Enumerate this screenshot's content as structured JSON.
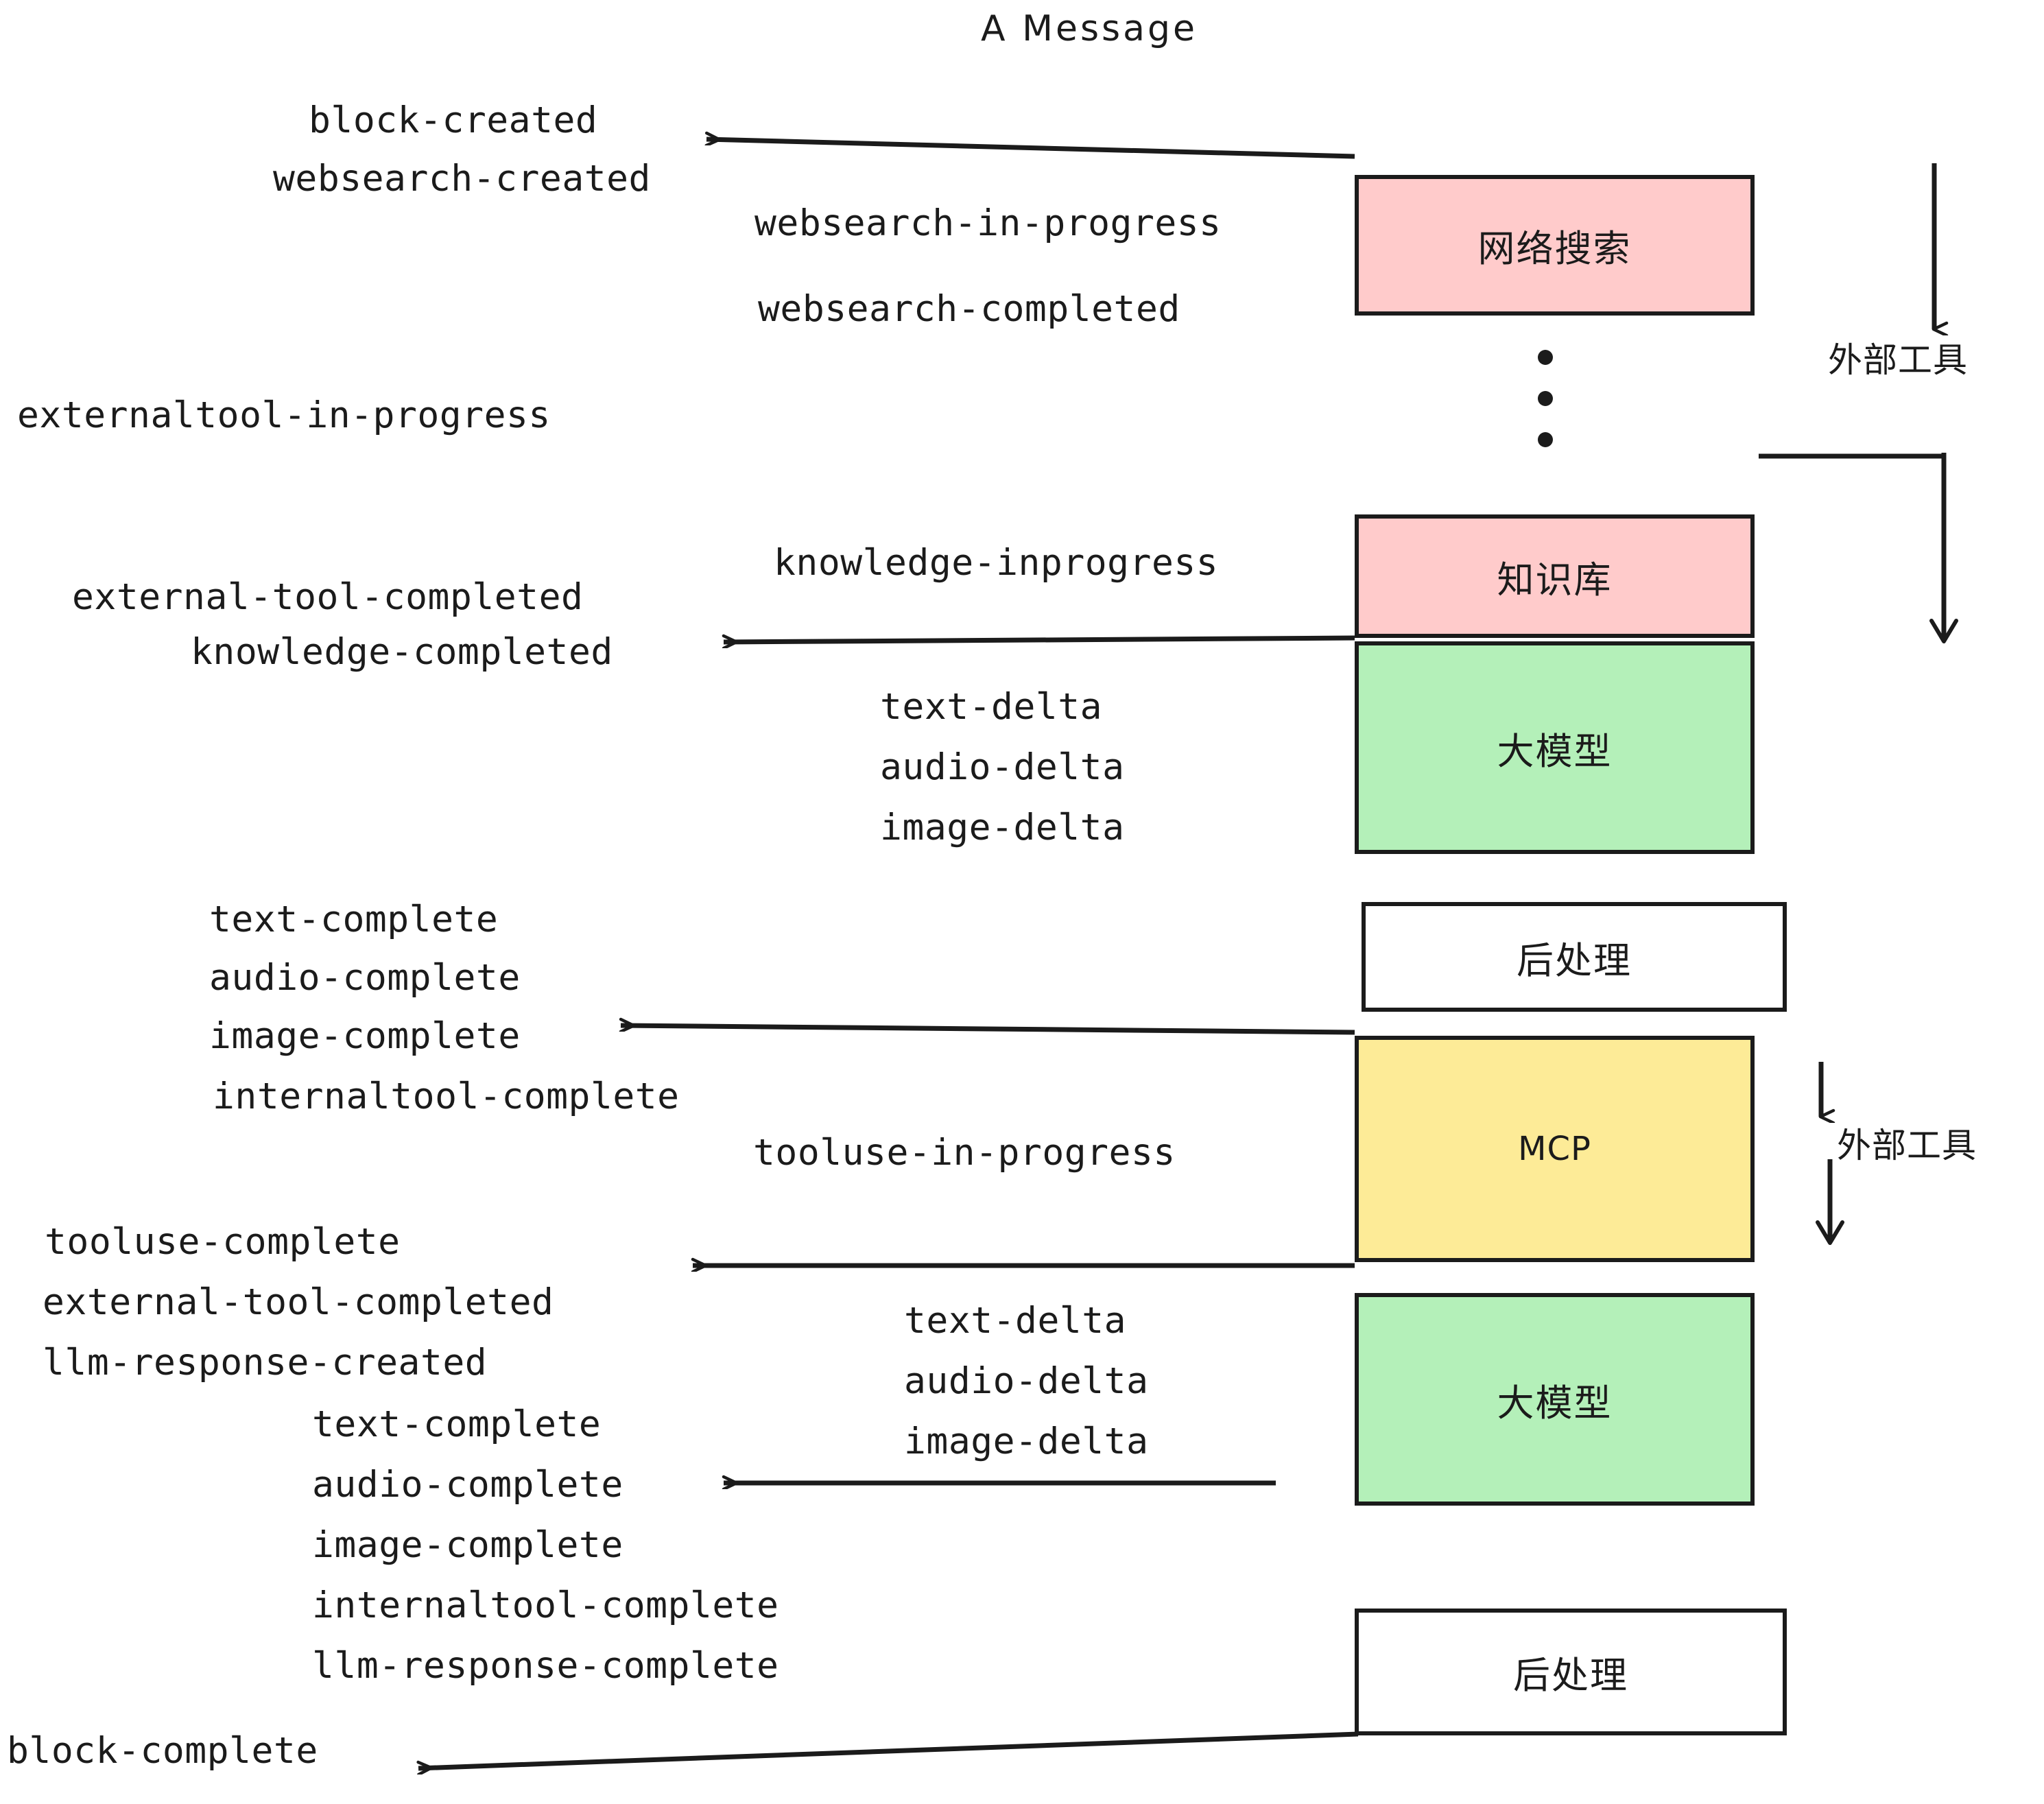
{
  "diagram": {
    "title": "A Message",
    "background": "#ffffff",
    "stroke_color": "#1b1b1b",
    "colors": {
      "pink": "#ffcbcb",
      "green": "#b4f0b9",
      "yellow": "#fdeb97",
      "white": "#ffffff",
      "ink": "#1b1b1b"
    }
  },
  "nodes": [
    {
      "id": "websearch",
      "label": "网络搜索",
      "fill": "#ffcbcb"
    },
    {
      "id": "knowledge",
      "label": "知识库",
      "fill": "#ffcbcb"
    },
    {
      "id": "llm1",
      "label": "大模型",
      "fill": "#b4f0b9"
    },
    {
      "id": "post1",
      "label": "后处理",
      "fill": "#ffffff"
    },
    {
      "id": "mcp",
      "label": "MCP",
      "fill": "#fdeb97"
    },
    {
      "id": "llm2",
      "label": "大模型",
      "fill": "#b4f0b9"
    },
    {
      "id": "post2",
      "label": "后处理",
      "fill": "#ffffff"
    }
  ],
  "side_annotations": [
    {
      "id": "external-tools-top",
      "label": "外部工具"
    },
    {
      "id": "external-tools-bottom",
      "label": "外部工具"
    }
  ],
  "events": {
    "block_created": "block-created",
    "websearch_created": "websearch-created",
    "websearch_in_progress": "websearch-in-progress",
    "websearch_completed": "websearch-completed",
    "externaltool_in_progress": "externaltool-in-progress",
    "knowledge_inprogress": "knowledge-inprogress",
    "external_tool_completed_1": "external-tool-completed",
    "knowledge_completed": "knowledge-completed",
    "text_delta_1": "text-delta",
    "audio_delta_1": "audio-delta",
    "image_delta_1": "image-delta",
    "text_complete_1": "text-complete",
    "audio_complete_1": "audio-complete",
    "image_complete_1": "image-complete",
    "internaltool_complete_1": "internaltool-complete",
    "tooluse_in_progress": "tooluse-in-progress",
    "tooluse_complete": "tooluse-complete",
    "external_tool_completed_2": "external-tool-completed",
    "llm_response_created": "llm-response-created",
    "text_delta_2": "text-delta",
    "audio_delta_2": "audio-delta",
    "image_delta_2": "image-delta",
    "text_complete_2": "text-complete",
    "audio_complete_2": "audio-complete",
    "image_complete_2": "image-complete",
    "internaltool_complete_2": "internaltool-complete",
    "llm_response_complete": "llm-response-complete",
    "block_complete": "block-complete"
  }
}
